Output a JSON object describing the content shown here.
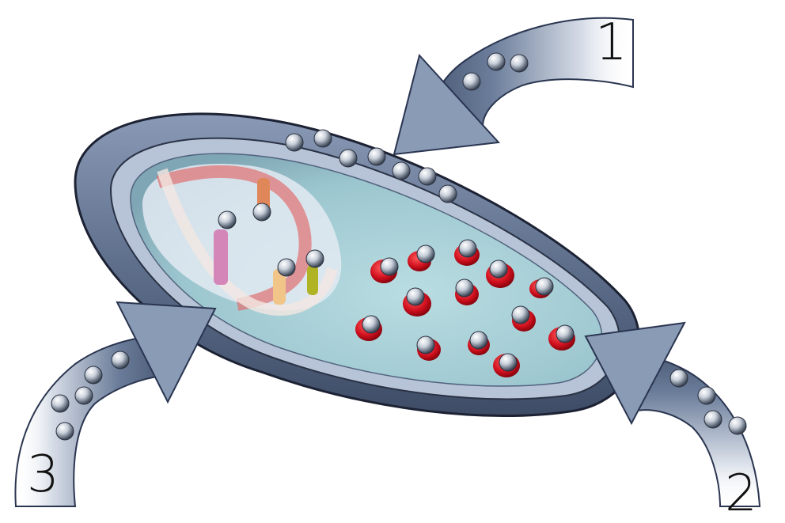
{
  "labels": {
    "one": "1",
    "two": "2",
    "three": "3"
  },
  "colors": {
    "wall_outer": "#5f7291",
    "wall_mid": "#8f9fbb",
    "cytoplasm": "#a9cfd6",
    "molecule_carrier": "#d41f2c",
    "arrow": "#7c8ea9"
  },
  "icons": [
    "silver-molecule",
    "red-carrier-molecule",
    "dna-helix",
    "curved-arrow"
  ]
}
